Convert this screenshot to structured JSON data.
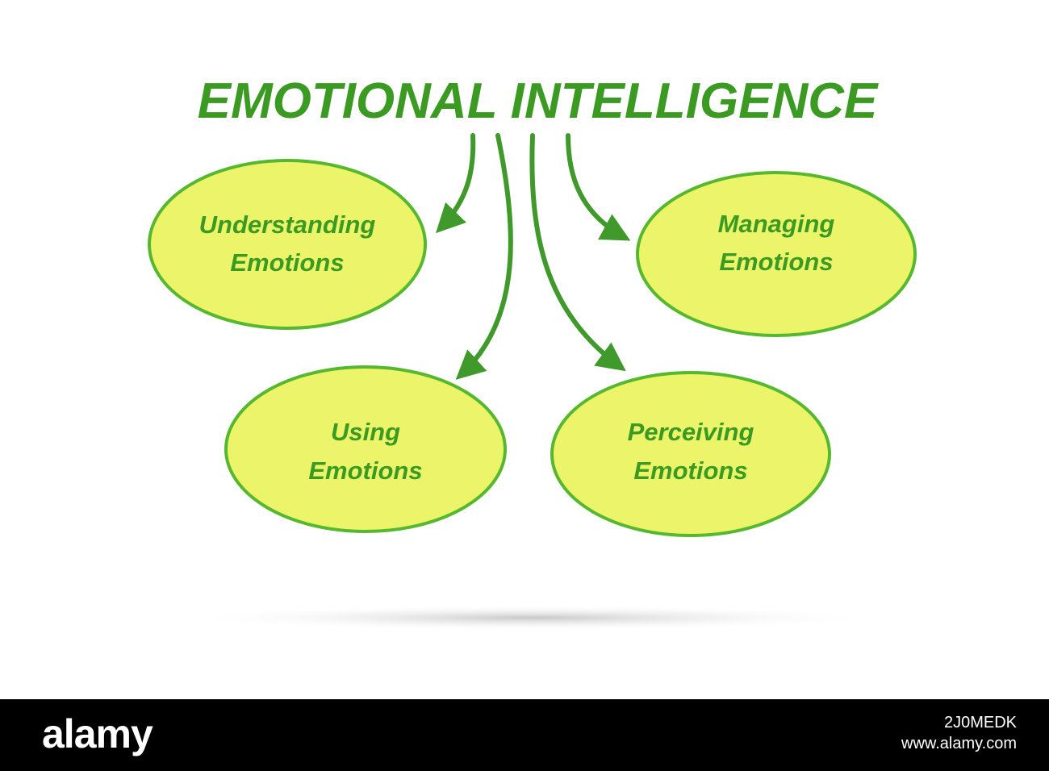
{
  "title": "EMOTIONAL INTELLIGENCE",
  "nodes": {
    "understanding": {
      "line1": "Understanding",
      "line2": "Emotions"
    },
    "managing": {
      "line1": "Managing",
      "line2": "Emotions"
    },
    "using": {
      "line1": "Using",
      "line2": "Emotions"
    },
    "perceiving": {
      "line1": "Perceiving",
      "line2": "Emotions"
    }
  },
  "edges": [
    {
      "from": "title",
      "to": "understanding"
    },
    {
      "from": "title",
      "to": "using"
    },
    {
      "from": "title",
      "to": "perceiving"
    },
    {
      "from": "title",
      "to": "managing"
    }
  ],
  "footer": {
    "brand": "alamy",
    "image_id": "2J0MEDK",
    "site": "www.alamy.com"
  },
  "colors": {
    "text": "#3a9a22",
    "stroke": "#56b82e",
    "fill": "#ecf56a",
    "arrow": "#3f9a2b",
    "footer": "#000000"
  }
}
